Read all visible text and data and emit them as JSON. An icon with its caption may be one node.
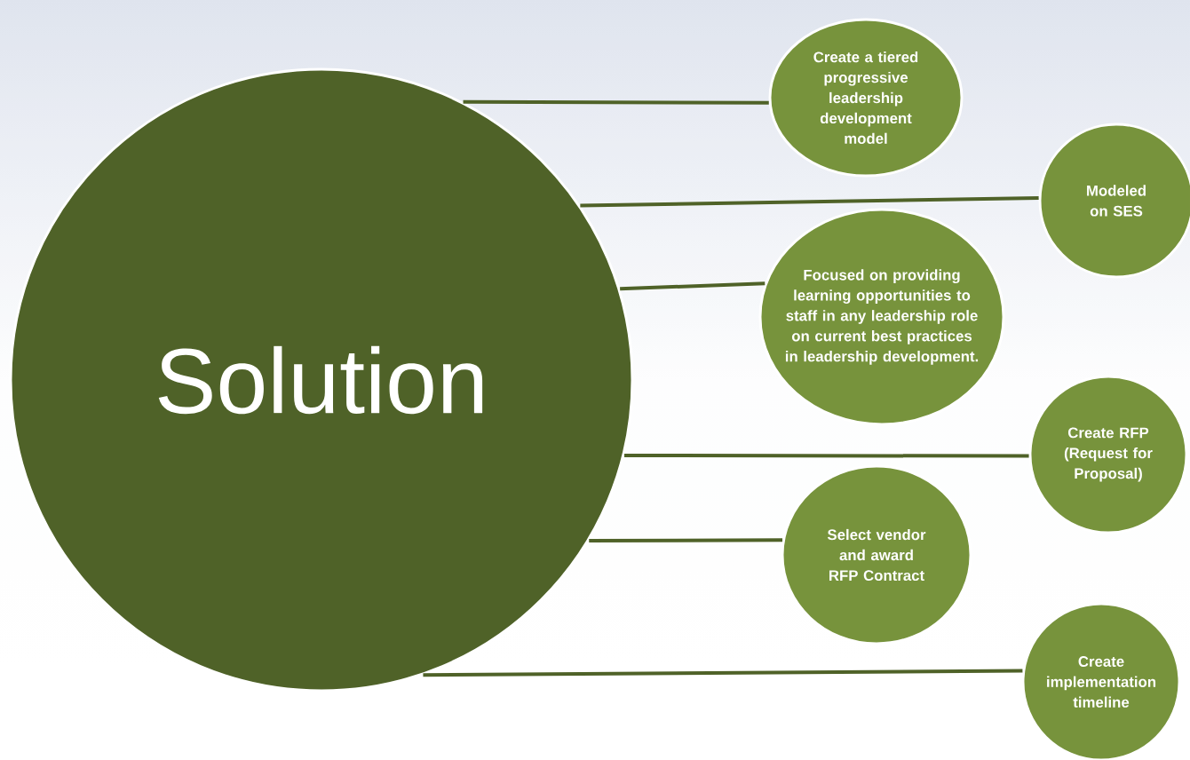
{
  "diagram": {
    "nodes": [
      {
        "text": [
          "Solution"
        ]
      },
      {
        "text": [
          "Create a tiered progressive leadership development model"
        ]
      },
      {
        "text": [
          "Modeled on SES"
        ]
      },
      {
        "text": [
          "Focused on providing learning opportunities to staff in any leadership role on current best practices in leadership development."
        ]
      },
      {
        "text": [
          "Create RFP (Request for Proposal)"
        ]
      },
      {
        "text": [
          "Select vendor and award RFP Contract"
        ]
      },
      {
        "text": [
          "Create implementation timeline"
        ]
      }
    ],
    "edges": [
      {
        "from": 0,
        "to": 1,
        "arrow": "none"
      },
      {
        "from": 0,
        "to": 2,
        "arrow": "none"
      },
      {
        "from": 0,
        "to": 3,
        "arrow": "none"
      },
      {
        "from": 0,
        "to": 4,
        "arrow": "none"
      },
      {
        "from": 0,
        "to": 5,
        "arrow": "none"
      },
      {
        "from": 0,
        "to": 6,
        "arrow": "none"
      }
    ]
  }
}
